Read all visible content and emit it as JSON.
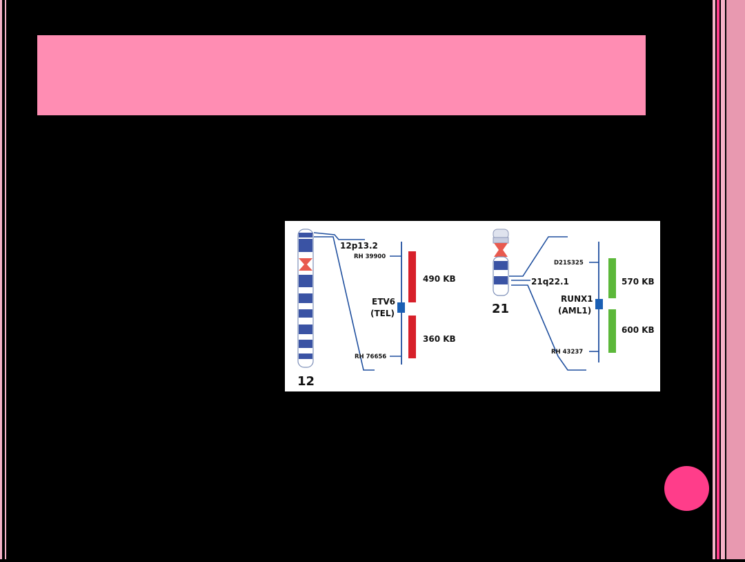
{
  "colors": {
    "background": "#000000",
    "title_bar": "#ff8db3",
    "accent_pink": "#ff3d8a",
    "stripe_light": "#f6b3c8",
    "stripe_mid": "#e899b0",
    "chromosome_band": "#3a53a4",
    "centromere": "#e85a4f",
    "line_blue": "#1f4f9e",
    "gene_box": "#1a5fb4",
    "bar_red": "#d7202a",
    "bar_green": "#5cb83a",
    "label_red": "#c4161c"
  },
  "slide": {
    "title": ""
  },
  "figure": {
    "left_chromosome": {
      "number": "12",
      "band": "12p13.2",
      "marker_top": "RH 39900",
      "marker_bottom": "RH 76656",
      "gene": "ETV6",
      "gene_alias": "(TEL)",
      "segment_top": "490 KB",
      "segment_bottom": "360 KB"
    },
    "right_chromosome": {
      "number": "21",
      "band": "21q22.1",
      "marker_top": "D21S325",
      "marker_bottom": "RH 43237",
      "gene": "RUNX1",
      "gene_alias": "(AML1)",
      "segment_top": "570 KB",
      "segment_bottom": "600 KB"
    }
  }
}
